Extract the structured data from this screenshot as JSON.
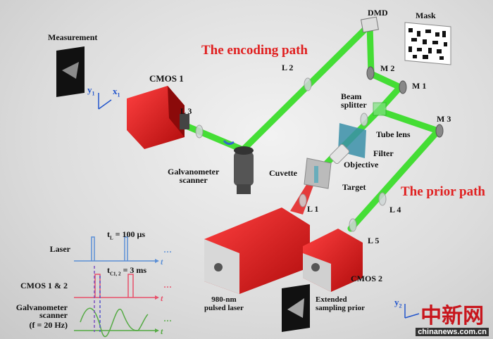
{
  "titles": {
    "encoding_path": "The encoding path",
    "prior_path": "The prior path"
  },
  "labels": {
    "measurement": "Measurement",
    "cmos1": "CMOS 1",
    "cmos2": "CMOS 2",
    "dmd": "DMD",
    "mask": "Mask",
    "l1": "L 1",
    "l2": "L 2",
    "l3": "L 3",
    "l4": "L 4",
    "l5": "L 5",
    "m1": "M 1",
    "m2": "M 2",
    "m3": "M 3",
    "beam_splitter_1": "Beam",
    "beam_splitter_2": "splitter",
    "tube_lens": "Tube lens",
    "filter": "Filter",
    "objective": "Objective",
    "cuvette": "Cuvette",
    "target": "Target",
    "galvo_1": "Galvanometer",
    "galvo_2": "scanner",
    "laser_1": "980-nm",
    "laser_2": "pulsed laser",
    "prior_1": "Extended",
    "prior_2": "sampling prior",
    "y1": "y",
    "y1_sub": "1",
    "x1": "x",
    "x1_sub": "1",
    "y2": "y",
    "y2_sub": "2"
  },
  "timing": {
    "laser": "Laser",
    "cmos": "CMOS 1 & 2",
    "galvo_1": "Galvanometer",
    "galvo_2": "scanner",
    "galvo_3": "(f = 20 Hz)",
    "tl": "t",
    "tl_sub": "L",
    "tl_val": " = 100 µs",
    "tc": "t",
    "tc_sub": "C1, 2",
    "tc_val": " = 3 ms",
    "ellipsis": "···",
    "axis_t": "t"
  },
  "watermark": {
    "cn": "中新网",
    "en": "chinanews.com.cn"
  },
  "colors": {
    "beam": "#33dd22",
    "laser": "#e41c1c",
    "title": "#e02020",
    "laser_trace": "#5b8fd6",
    "cmos_trace": "#e8506a",
    "galvo_trace": "#55aa44"
  }
}
